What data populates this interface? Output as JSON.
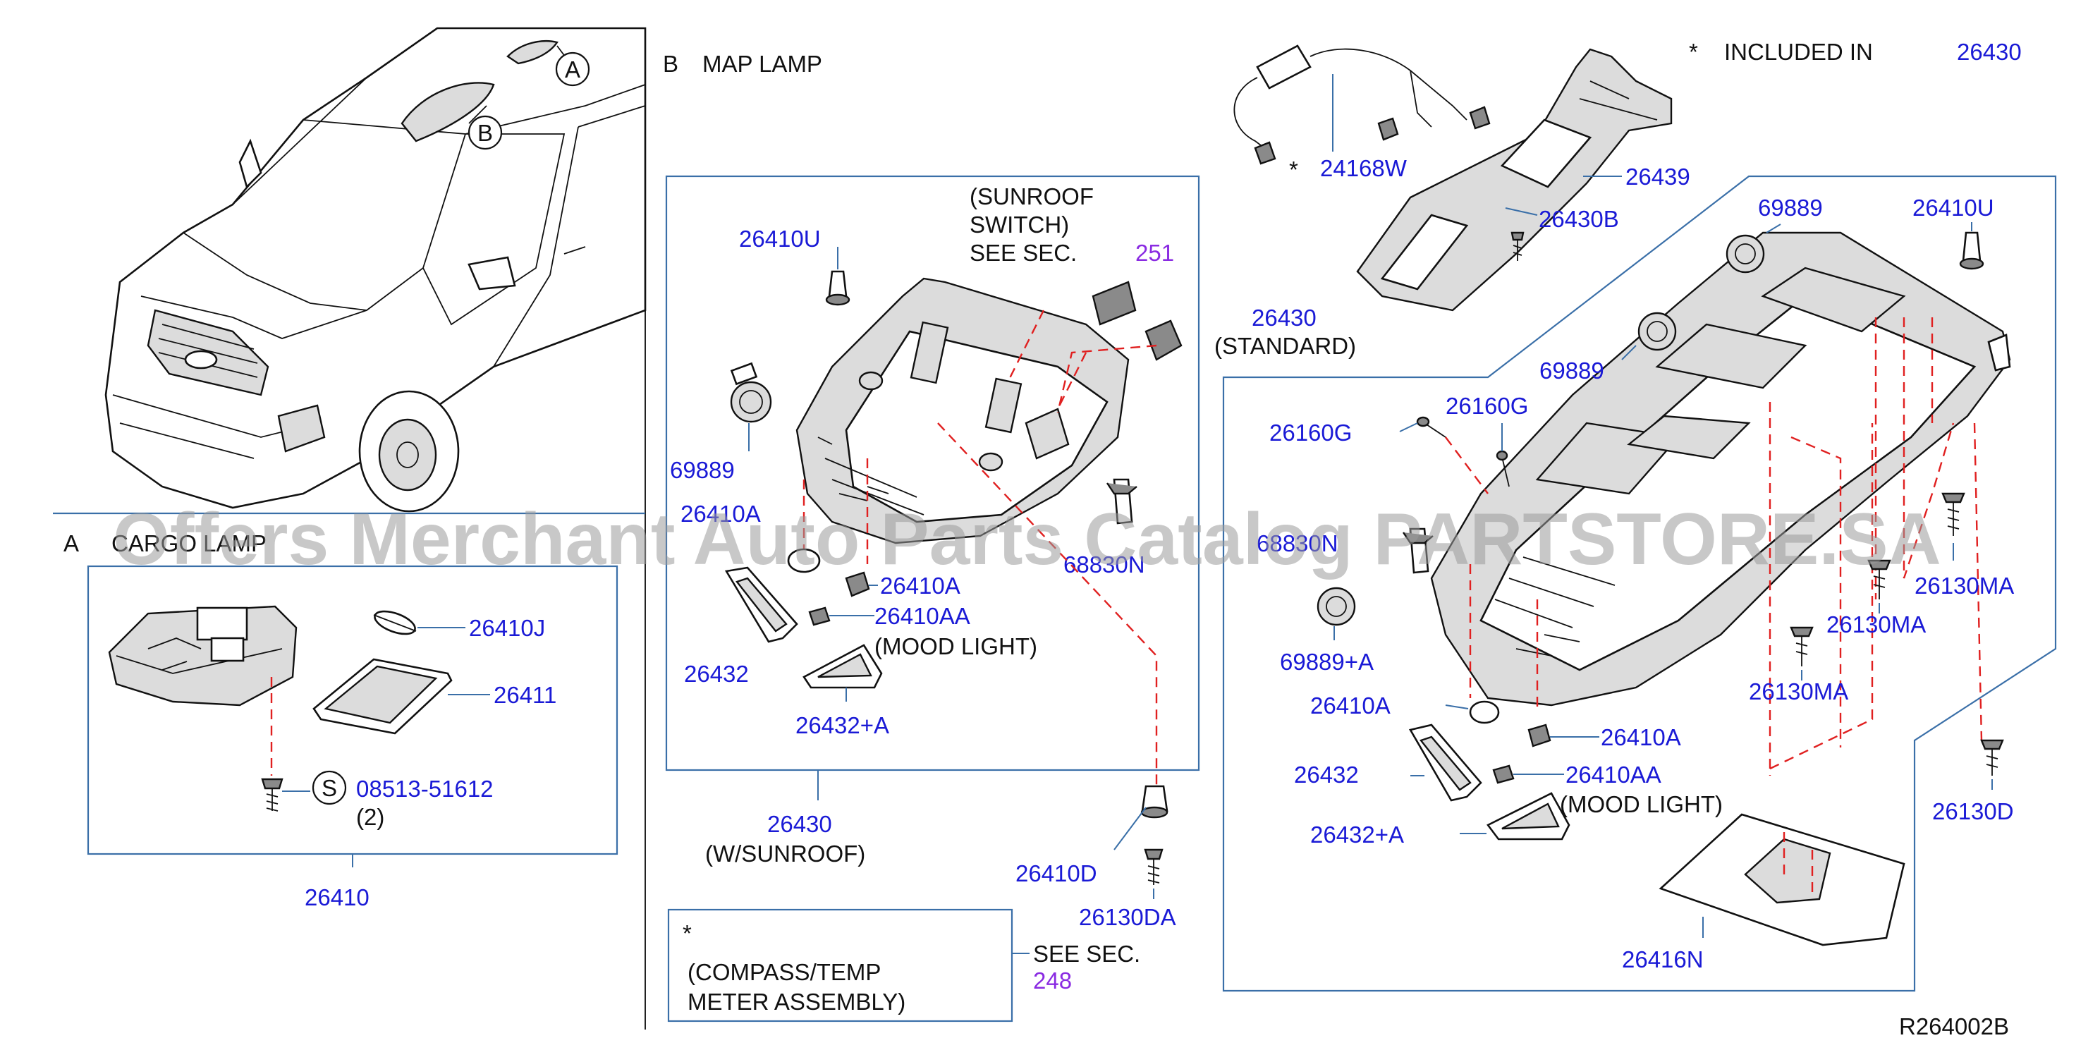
{
  "watermark": "Offers Merchant Auto Parts Catalog PARTSTORE.SA",
  "ref_code": "R264002B",
  "sections": {
    "a_letter": "A",
    "a_title": "CARGO   LAMP",
    "b_letter": "B",
    "b_title": "MAP   LAMP"
  },
  "callouts": {
    "a": "A",
    "b": "B",
    "s": "S"
  },
  "notes": {
    "star": "*",
    "included_in": "INCLUDED   IN",
    "sunroof_switch_1": "(SUNROOF",
    "sunroof_switch_2": "SWITCH)",
    "see_sec": "SEE   SEC.",
    "mood_light": "(MOOD   LIGHT)",
    "standard": "(STANDARD)",
    "w_sunroof": "(W/SUNROOF)",
    "compass_1": "(COMPASS/TEMP",
    "compass_2": "METER   ASSEMBLY)",
    "qty_2": "(2)"
  },
  "section_refs": {
    "sec251": "251",
    "sec248": "248"
  },
  "parts": {
    "p26430_top": "26430",
    "p24168W": "24168W",
    "p26439": "26439",
    "p26430B": "26430B",
    "p69889_r": "69889",
    "p26410U_r": "26410U",
    "p69889_r2": "69889",
    "p26430_std": "26430",
    "p26160G_a": "26160G",
    "p26160G_b": "26160G",
    "p68830N_r": "68830N",
    "p69889A": "69889+A",
    "p26410A_r1": "26410A",
    "p26410A_r2": "26410A",
    "p26432_r": "26432",
    "p26410AA_r": "26410AA",
    "p26432A_r": "26432+A",
    "p26416N": "26416N",
    "p26130MA_1": "26130MA",
    "p26130MA_2": "26130MA",
    "p26130MA_3": "26130MA",
    "p26130D": "26130D",
    "p26410U_m": "26410U",
    "p69889_m": "69889",
    "p26410A_m1": "26410A",
    "p68830N_m": "68830N",
    "p26410A_m2": "26410A",
    "p26410AA_m": "26410AA",
    "p26432_m": "26432",
    "p26432A_m": "26432+A",
    "p26430_sun": "26430",
    "p26410D": "26410D",
    "p26130DA": "26130DA",
    "p26410J": "26410J",
    "p26411": "26411",
    "p08513": "08513-51612",
    "p26410": "26410"
  }
}
